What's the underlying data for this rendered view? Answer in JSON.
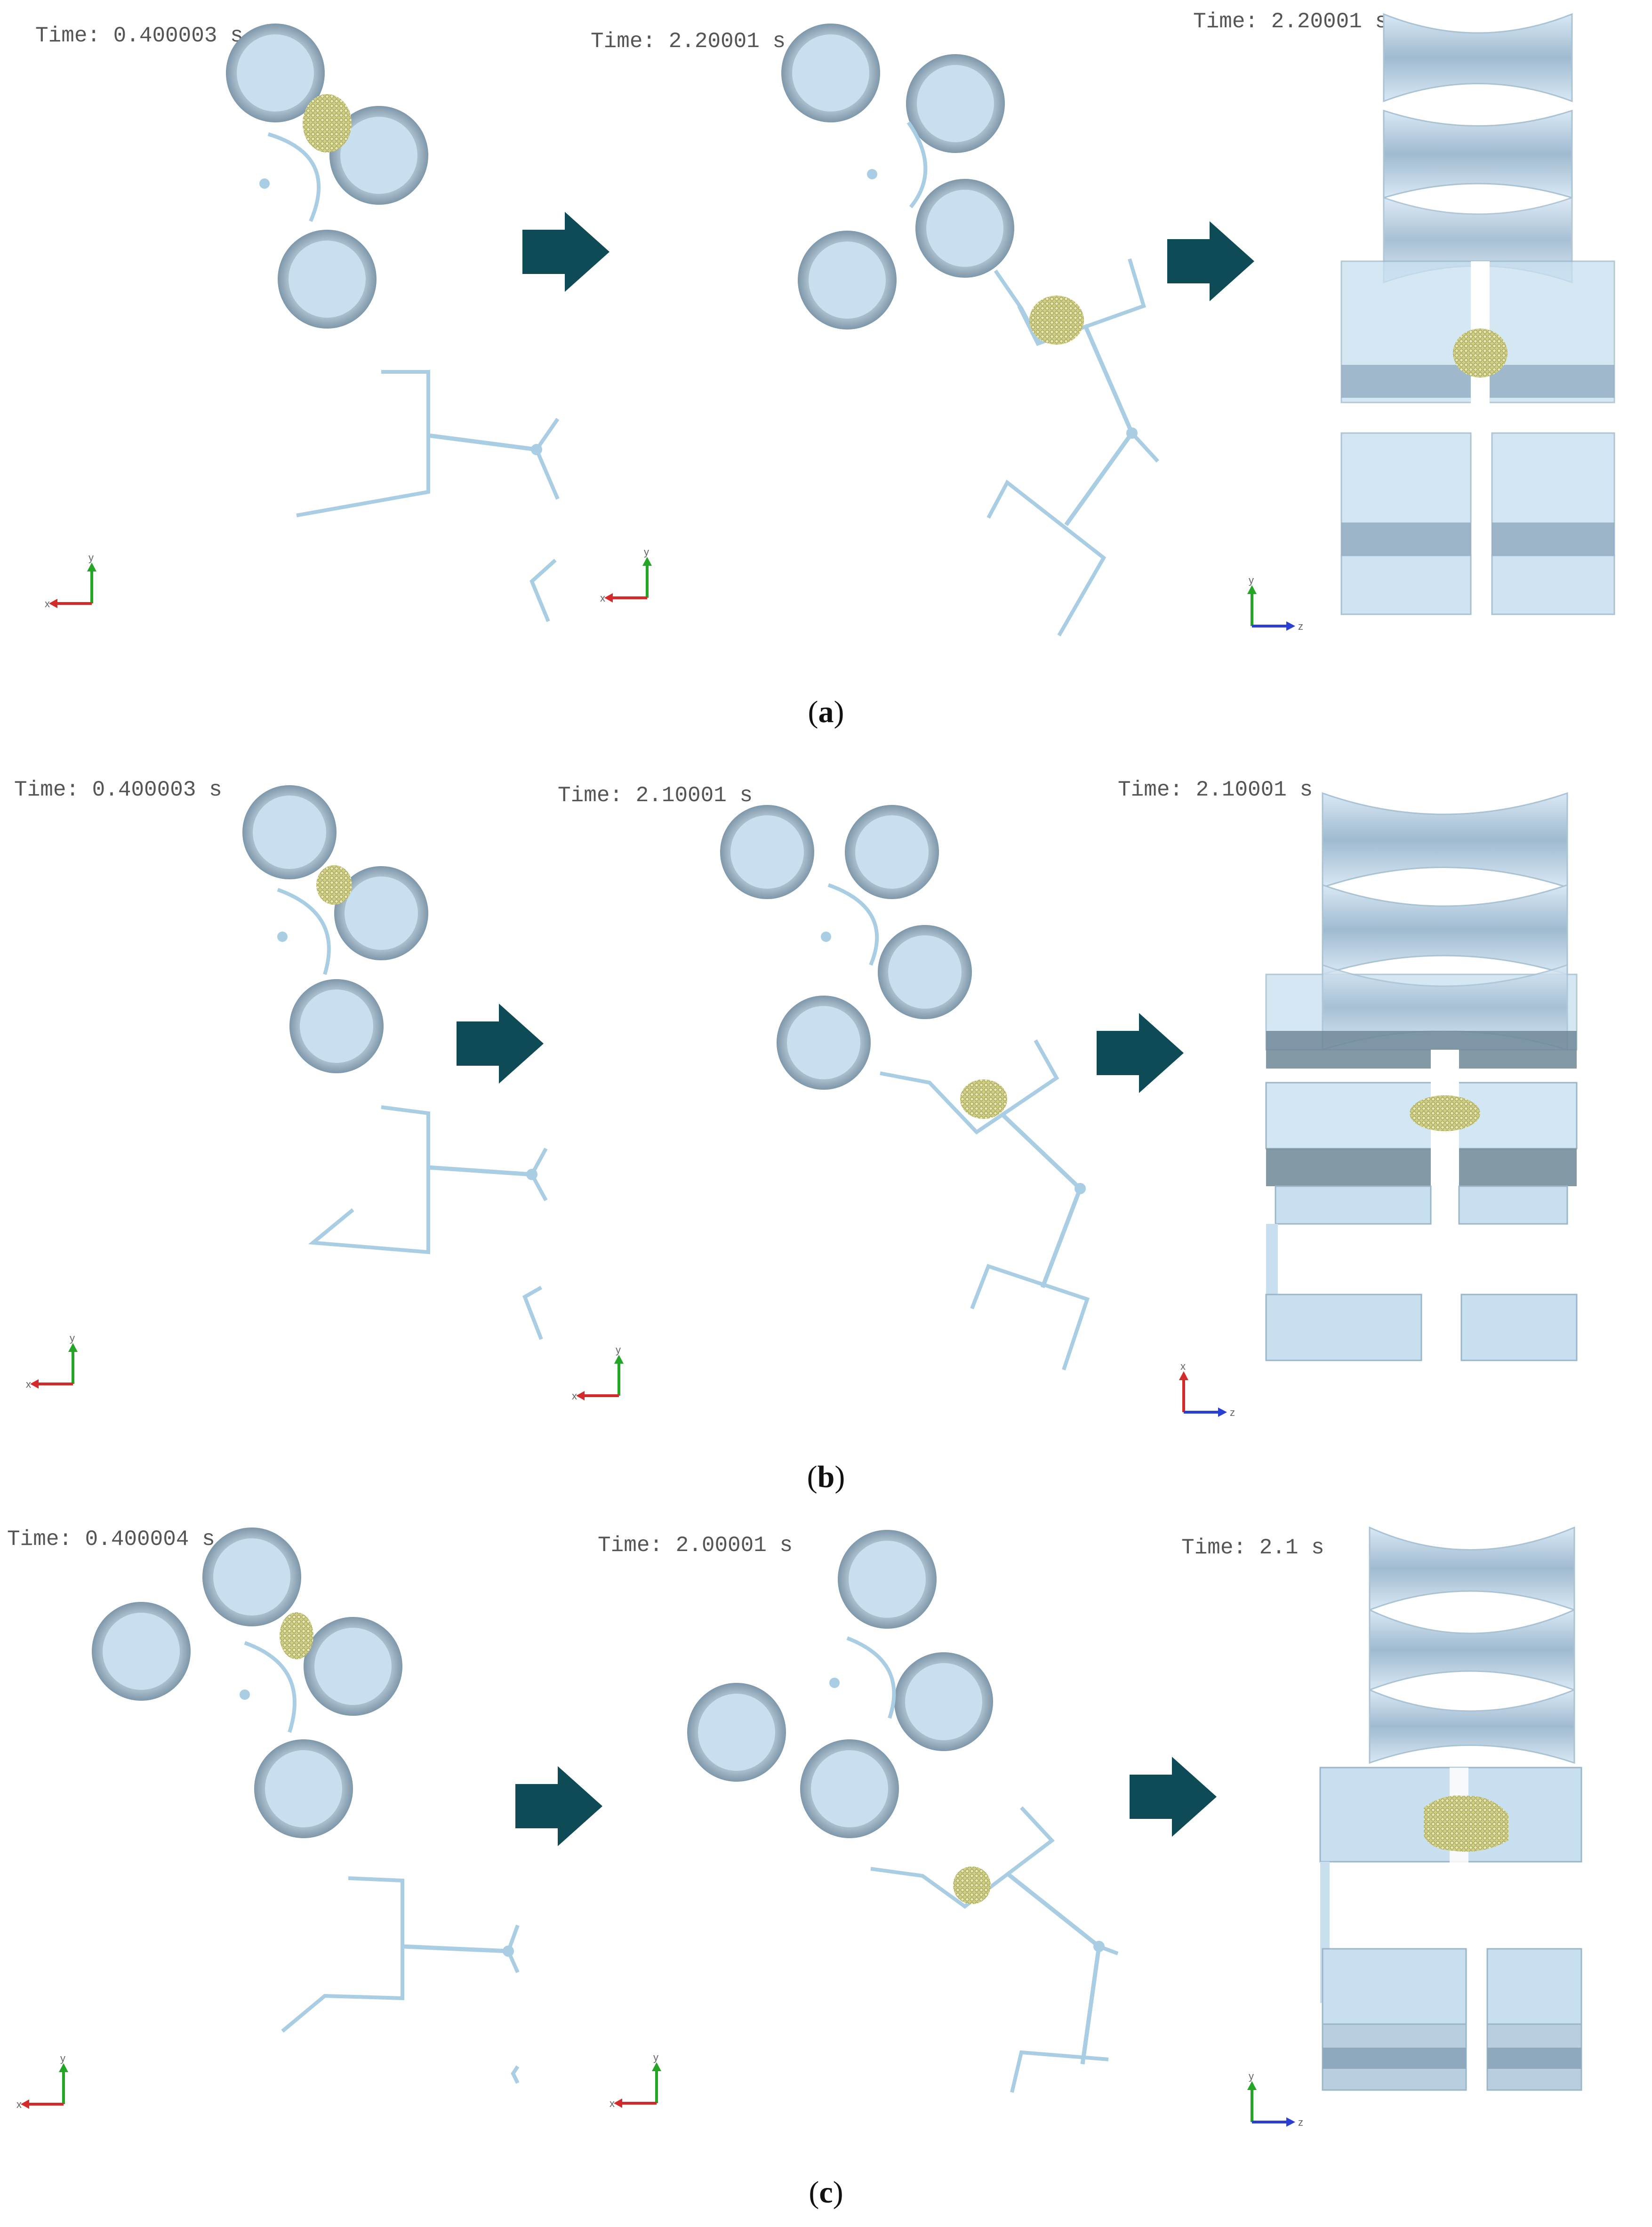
{
  "colors": {
    "arrow": "#0f4a57",
    "roller_rim": "#8fa7b8",
    "roller_face": "#c8dff0",
    "wire": "#a9cde3",
    "potato": "#cfcf85",
    "axis_x": "#d42a2a",
    "axis_y": "#25a525",
    "axis_z": "#2a3fd4"
  },
  "panels": [
    {
      "caption_label": "a",
      "frame1": {
        "time": "Time: 0.400003 s",
        "axes": [
          "x",
          "y"
        ]
      },
      "frame2": {
        "time": "Time: 2.20001 s",
        "axes": [
          "x",
          "y"
        ]
      },
      "frame3": {
        "time": "Time: 2.20001 s",
        "axes": [
          "y",
          "z"
        ]
      }
    },
    {
      "caption_label": "b",
      "frame1": {
        "time": "Time: 0.400003 s",
        "axes": [
          "x",
          "y"
        ]
      },
      "frame2": {
        "time": "Time: 2.10001 s",
        "axes": [
          "x",
          "y"
        ]
      },
      "frame3": {
        "time": "Time: 2.10001 s",
        "axes": [
          "x",
          "z"
        ]
      }
    },
    {
      "caption_label": "c",
      "frame1": {
        "time": "Time: 0.400004 s",
        "axes": [
          "x",
          "y"
        ]
      },
      "frame2": {
        "time": "Time: 2.00001 s",
        "axes": [
          "x",
          "y"
        ]
      },
      "frame3": {
        "time": "Time: 2.1 s",
        "axes": [
          "y",
          "z"
        ]
      }
    }
  ]
}
